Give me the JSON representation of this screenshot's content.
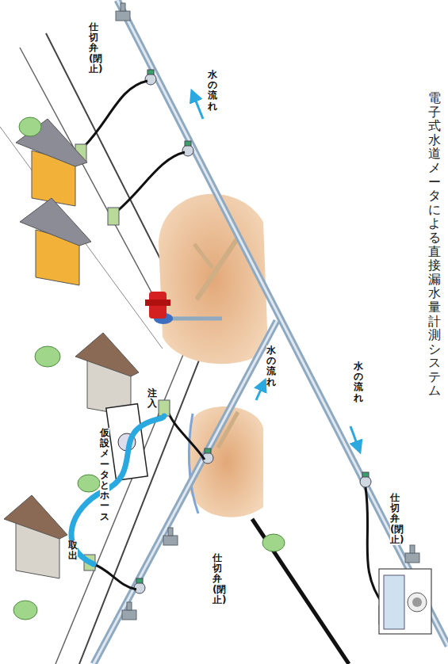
{
  "diagram": {
    "caption": "電子式水道メータによる直接漏水量計測システム",
    "labels": [
      "仕切弁(閉止)",
      "水の流れ",
      "注入",
      "仮設メータとホース",
      "水の流れ",
      "水の流れ",
      "取出",
      "仕切弁(閉止)",
      "仕切弁(閉止)"
    ]
  }
}
